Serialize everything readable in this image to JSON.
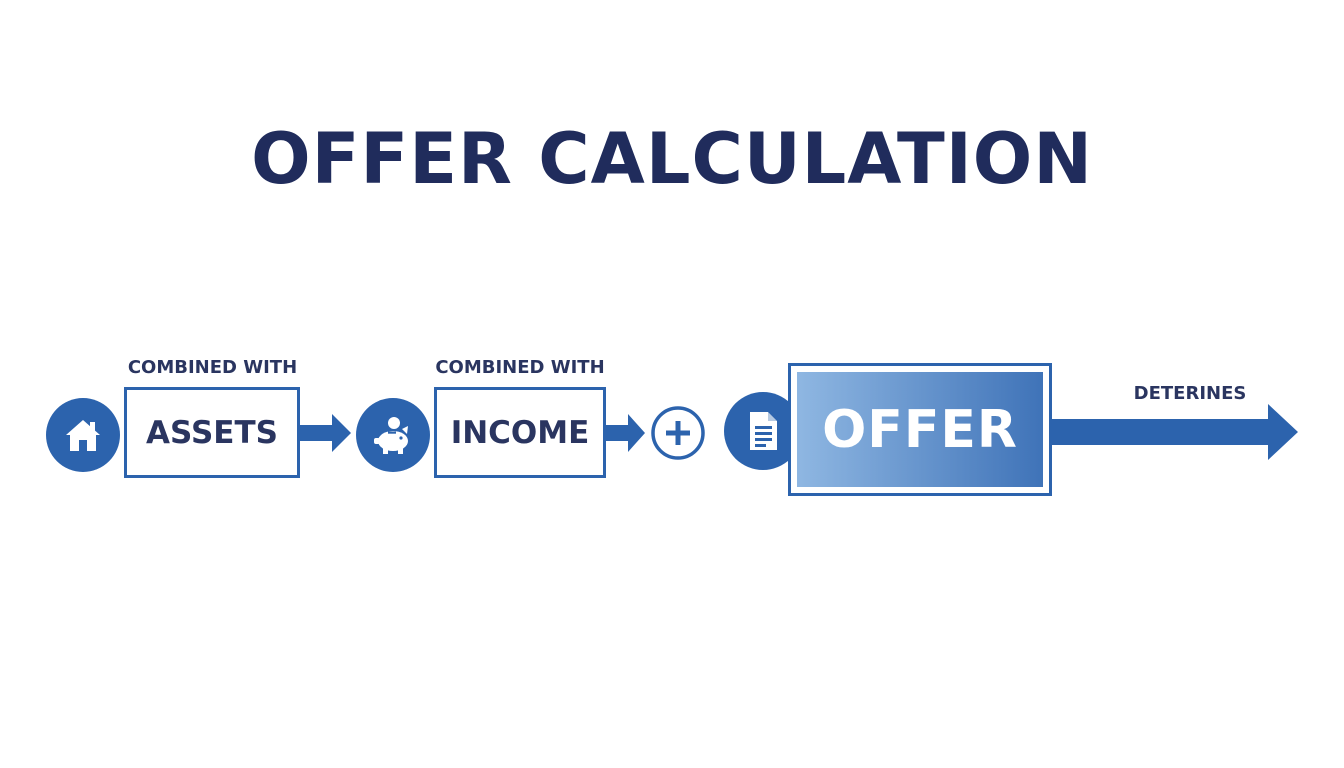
{
  "title": "OFFER CALCULATION",
  "colors": {
    "title": "#202c5c",
    "accent": "#2c63ad",
    "box_text": "#2a3560",
    "offer_gradient_start": "#8fb7e2",
    "offer_gradient_end": "#3f73b8"
  },
  "steps": [
    {
      "caption": "COMBINED WITH",
      "label": "ASSETS",
      "icon": "house-icon"
    },
    {
      "caption": "COMBINED WITH",
      "label": "INCOME",
      "icon": "piggy-bank-icon"
    }
  ],
  "plus_icon": "plus-icon",
  "document_icon": "document-icon",
  "offer": {
    "label": "OFFER"
  },
  "result_arrow": {
    "label": "DETERINES"
  }
}
